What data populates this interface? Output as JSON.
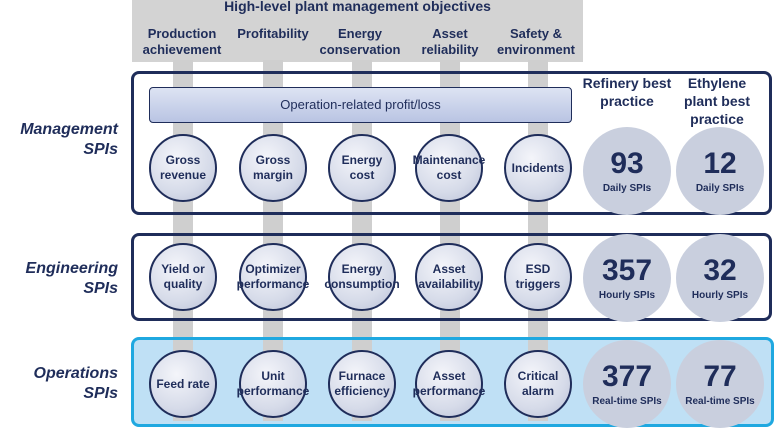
{
  "header": {
    "title": "High-level plant management objectives",
    "objectives": [
      "Production achievement",
      "Profitability",
      "Energy conservation",
      "Asset reliability",
      "Safety & environment"
    ]
  },
  "columns": {
    "refinery": "Refinery best practice",
    "ethylene": "Ethylene plant best practice"
  },
  "profit_bar": "Operation-related profit/loss",
  "tiers": [
    {
      "label": "Management SPIs",
      "nodes": [
        "Gross revenue",
        "Gross margin",
        "Energy cost",
        "Maintenance cost",
        "Incidents"
      ],
      "refinery_count": "93",
      "ethylene_count": "12",
      "unit": "Daily SPIs"
    },
    {
      "label": "Engineering SPIs",
      "nodes": [
        "Yield or quality",
        "Optimizer performance",
        "Energy consumption",
        "Asset availability",
        "ESD triggers"
      ],
      "refinery_count": "357",
      "ethylene_count": "32",
      "unit": "Hourly SPIs"
    },
    {
      "label": "Operations SPIs",
      "nodes": [
        "Feed rate",
        "Unit performance",
        "Furnace efficiency",
        "Asset performance",
        "Critical alarm"
      ],
      "refinery_count": "377",
      "ethylene_count": "77",
      "unit": "Real-time SPIs"
    }
  ]
}
